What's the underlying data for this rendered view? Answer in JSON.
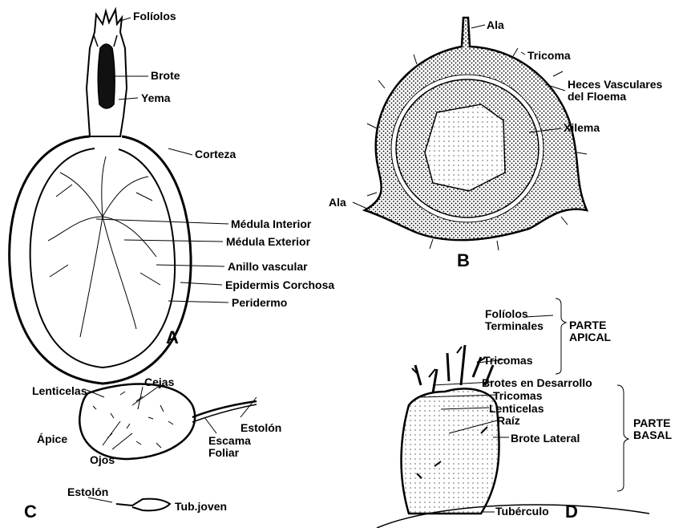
{
  "panel_a": {
    "letter": "A",
    "labels": {
      "foliolos": "Folíolos",
      "brote": "Brote",
      "yema": "Yema",
      "corteza": "Corteza",
      "medula_interior": "Médula Interior",
      "medula_exterior": "Médula Exterior",
      "anillo_vascular": "Anillo vascular",
      "epidermis": "Epidermis Corchosa",
      "peridermo": "Peridermo"
    }
  },
  "panel_b": {
    "letter": "B",
    "labels": {
      "ala_top": "Ala",
      "tricoma": "Tricoma",
      "heces": "Heces Vasculares\ndel Floema",
      "xilema": "Xilema",
      "ala_left": "Ala"
    }
  },
  "panel_c": {
    "letter": "C",
    "labels": {
      "cejas": "Cejas",
      "lenticelas": "Lenticelas",
      "apice": "Ápice",
      "ojos": "Ojos",
      "escama": "Escama\nFoliar",
      "estolon": "Estolón",
      "estolon_bottom": "Estolón",
      "tub_joven": "Tub.joven"
    }
  },
  "panel_d": {
    "letter": "D",
    "labels": {
      "foliolos_terminales": "Folíolos\nTerminales",
      "parte_apical": "PARTE\nAPICAL",
      "tricomas_top": "Tricomas",
      "brotes_desarrollo": "Brotes en Desarrollo",
      "tricomas": "Tricomas",
      "lenticelas": "Lenticelas",
      "raiz": "Raíz",
      "brote_lateral": "Brote Lateral",
      "parte_basal": "PARTE\nBASAL",
      "tuberculo": "Tubérculo"
    }
  }
}
